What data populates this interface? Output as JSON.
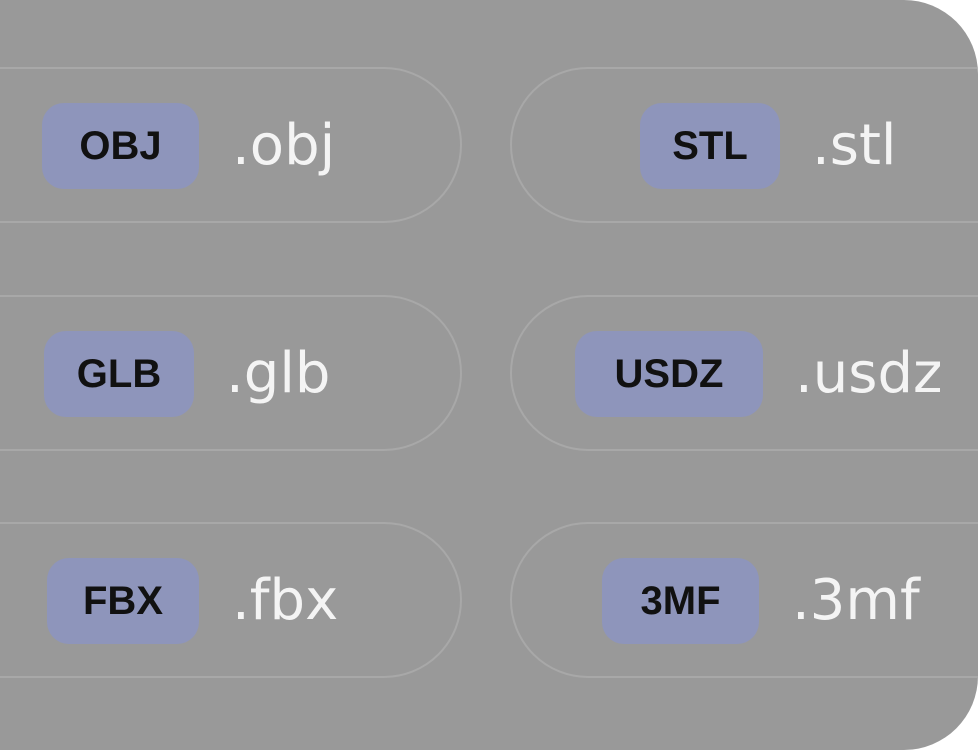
{
  "formats": [
    {
      "key": "obj",
      "badge": "OBJ",
      "extension": ".obj"
    },
    {
      "key": "stl",
      "badge": "STL",
      "extension": ".stl"
    },
    {
      "key": "glb",
      "badge": "GLB",
      "extension": ".glb"
    },
    {
      "key": "usdz",
      "badge": "USDZ",
      "extension": ".usdz"
    },
    {
      "key": "fbx",
      "badge": "FBX",
      "extension": ".fbx"
    },
    {
      "key": "3mf",
      "badge": "3MF",
      "extension": ".3mf"
    }
  ],
  "colors": {
    "panel_background": "#999999",
    "pill_border": "#a8a8a8",
    "badge_background": "#8e95bb",
    "badge_text": "#111111",
    "extension_text": "#f4f4f4"
  }
}
